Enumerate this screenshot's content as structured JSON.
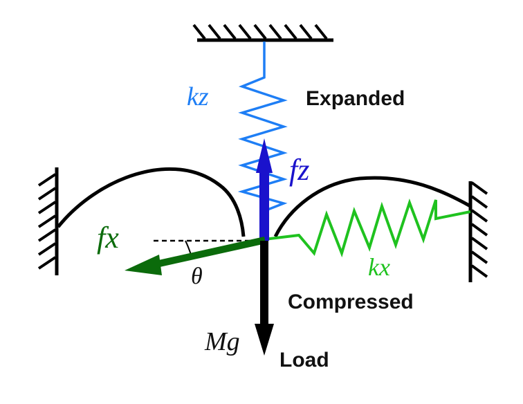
{
  "labels": {
    "expanded": "Expanded",
    "compressed": "Compressed",
    "load": "Load",
    "kz": "kz",
    "kx": "kx",
    "fz": "fz",
    "fx": "fx",
    "theta": "θ",
    "mg": "Mg"
  },
  "colors": {
    "structure": "#000000",
    "kz_spring": "#1e7ef5",
    "kx_spring": "#1fc21f",
    "fz_arrow": "#1a12cc",
    "fx_arrow": "#0b6b0b",
    "mg_arrow": "#000000"
  }
}
